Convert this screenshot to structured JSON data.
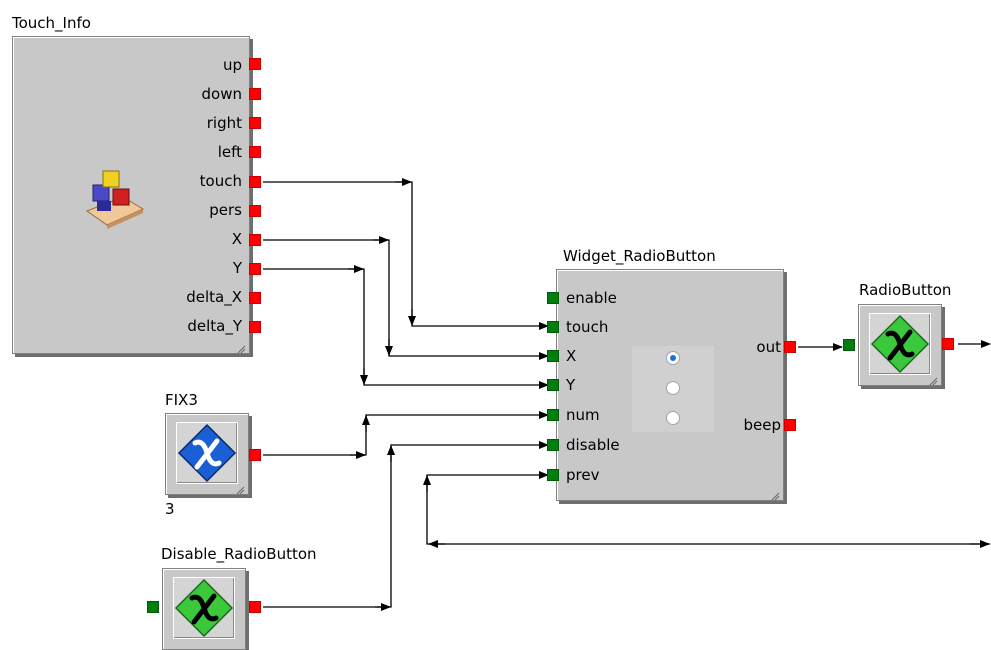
{
  "blocks": {
    "touch_info": {
      "title": "Touch_Info",
      "icon": "cubes-on-tray-icon",
      "outputs": [
        "up",
        "down",
        "right",
        "left",
        "touch",
        "pers",
        "X",
        "Y",
        "delta_X",
        "delta_Y"
      ]
    },
    "widget_radiobutton": {
      "title": "Widget_RadioButton",
      "inputs": [
        "enable",
        "touch",
        "X",
        "Y",
        "num",
        "disable",
        "prev"
      ],
      "outputs": [
        "out",
        "beep"
      ],
      "radio_preview": [
        {
          "checked": true
        },
        {
          "checked": false
        },
        {
          "checked": false
        }
      ]
    },
    "radiobutton": {
      "title": "RadioButton",
      "icon": "green-diamond-function-icon"
    },
    "fix3": {
      "title": "FIX3",
      "icon": "blue-diamond-constant-icon",
      "value": "3"
    },
    "disable_radiobutton": {
      "title": "Disable_RadioButton",
      "icon": "green-diamond-function-icon"
    }
  },
  "colors": {
    "block_fill": "#c8c8c8",
    "output_port": "#ff0000",
    "input_port": "#007f0e",
    "wire": "#000000",
    "green_icon": "#3cc83c",
    "blue_icon": "#1a5fd6"
  }
}
